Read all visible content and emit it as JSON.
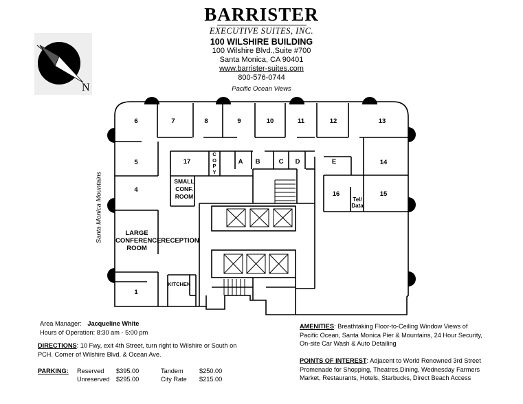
{
  "header": {
    "brand": "BARRISTER",
    "subtitle": "EXECUTIVE SUITES, INC.",
    "building": "100 WILSHIRE BUILDING",
    "address1": "100 Wilshire Blvd.,Suite #700",
    "address2": "Santa Monica, CA 90401",
    "website": "www.barrister-suites.com",
    "phone": "800-576-0744"
  },
  "compass": {
    "north_label": "N"
  },
  "floorplan": {
    "ocean_label": "Pacific Ocean Views",
    "mountains_label": "Santa Monica Mountains",
    "rooms": {
      "r1": "1",
      "r4": "4",
      "r5": "5",
      "r6": "6",
      "r7": "7",
      "r8": "8",
      "r9": "9",
      "r10": "10",
      "r11": "11",
      "r12": "12",
      "r13": "13",
      "r14": "14",
      "r15": "15",
      "r16": "16",
      "r17": "17",
      "a": "A",
      "b": "B",
      "c": "C",
      "d": "D",
      "e": "E",
      "copy": "COPY",
      "tel1": "Tel/",
      "tel2": "Data",
      "conf_small1": "SMALL",
      "conf_small2": "CONF.",
      "conf_small3": "ROOM",
      "conf_large1": "LARGE",
      "conf_large2": "CONFERENCE",
      "conf_large3": "ROOM",
      "reception": "RECEPTION",
      "kitchen": "KITCHEN"
    }
  },
  "info": {
    "manager_label": "Area Manager:",
    "manager_name": "Jacqueline White",
    "hours": "Hours of Operation: 8:30 am - 5:00 pm",
    "directions_label": "DIRECTIONS",
    "directions_line1": ": 10 Fwy, exit 4th Street, turn right to Wilshire or South on",
    "directions_line2": "PCH. Corner of Wilshire Blvd. & Ocean Ave.",
    "parking_label": "PARKING:",
    "parking": {
      "reserved_label": "Reserved",
      "reserved_price": "$395.00",
      "unreserved_label": "Unreserved",
      "unreserved_price": "$295.00",
      "tandem_label": "Tandem",
      "tandem_price": "$250.00",
      "cityrate_label": "City Rate",
      "cityrate_price": "$215.00"
    },
    "amenities_label": "AMENITIES",
    "amenities_line1": ": Breathtaking Floor-to-Ceiling Window Views of",
    "amenities_line2": "Pacific Ocean, Santa Monica Pier & Mountains, 24 Hour Security,",
    "amenities_line3": "On-site Car Wash & Auto Detailing",
    "poi_label": "POINTS OF INTEREST",
    "poi_line1": ": Adjacent to World Renowned 3rd Street",
    "poi_line2": "Promenade for Shopping, Theatres,Dining,  Wednesday Farmers",
    "poi_line3": "Market, Restaurants, Hotels, Starbucks, Direct Beach Access"
  }
}
